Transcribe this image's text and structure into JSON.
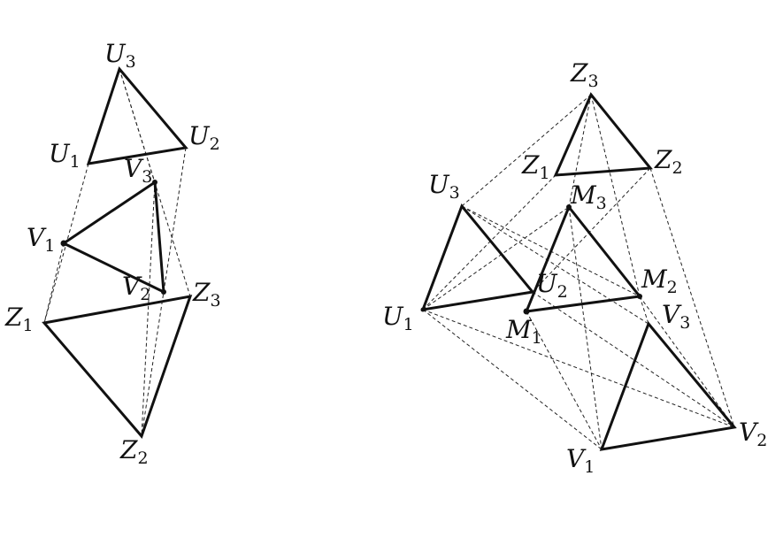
{
  "left_figure": {
    "labels": {
      "U1": {
        "base": "U",
        "sub": "1"
      },
      "U2": {
        "base": "U",
        "sub": "2"
      },
      "U3": {
        "base": "U",
        "sub": "3"
      },
      "V1": {
        "base": "V",
        "sub": "1"
      },
      "V2": {
        "base": "V",
        "sub": "2"
      },
      "V3": {
        "base": "V",
        "sub": "3"
      },
      "Z1": {
        "base": "Z",
        "sub": "1"
      },
      "Z2": {
        "base": "Z",
        "sub": "2"
      },
      "Z3": {
        "base": "Z",
        "sub": "3"
      }
    }
  },
  "right_figure": {
    "labels": {
      "Z1": {
        "base": "Z",
        "sub": "1"
      },
      "Z2": {
        "base": "Z",
        "sub": "2"
      },
      "Z3": {
        "base": "Z",
        "sub": "3"
      },
      "U1": {
        "base": "U",
        "sub": "1"
      },
      "U2": {
        "base": "U",
        "sub": "2"
      },
      "U3": {
        "base": "U",
        "sub": "3"
      },
      "M1": {
        "base": "M",
        "sub": "1"
      },
      "M2": {
        "base": "M",
        "sub": "2"
      },
      "M3": {
        "base": "M",
        "sub": "3"
      },
      "V1": {
        "base": "V",
        "sub": "1"
      },
      "V2": {
        "base": "V",
        "sub": "2"
      },
      "V3": {
        "base": "V",
        "sub": "3"
      }
    }
  }
}
